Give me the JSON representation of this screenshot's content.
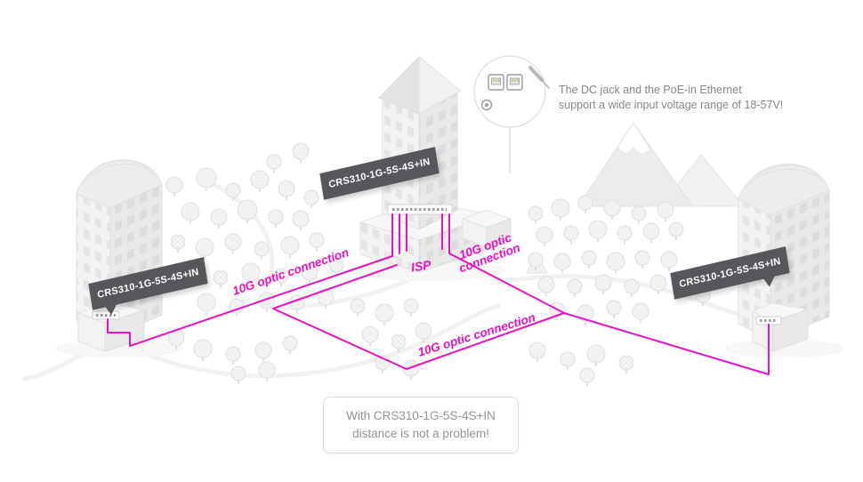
{
  "colors": {
    "accent": "#e912c4",
    "banner_bg": "#55575a",
    "banner_text": "#ffffff",
    "caption_text": "#85878a",
    "building": "#e9e9e9",
    "outline": "#dedede"
  },
  "buildings": {
    "left": {
      "label": "CRS310-1G-5S-4S+IN"
    },
    "center": {
      "label": "CRS310-1G-5S-4S+IN"
    },
    "right": {
      "label": "CRS310-1G-5S-4S+IN"
    }
  },
  "connections": {
    "left": {
      "label": "10G optic connection"
    },
    "center": {
      "line1": "10G optic",
      "line2": "connection"
    },
    "bottom": {
      "label": "10G optic connection"
    },
    "isp": "ISP"
  },
  "callout": {
    "line1": "The DC jack and the PoE-in Ethernet",
    "line2": "support a wide input voltage range of 18-57V!"
  },
  "footer": {
    "line1": "With CRS310-1G-5S-4S+IN",
    "line2": "distance is not a problem!"
  }
}
